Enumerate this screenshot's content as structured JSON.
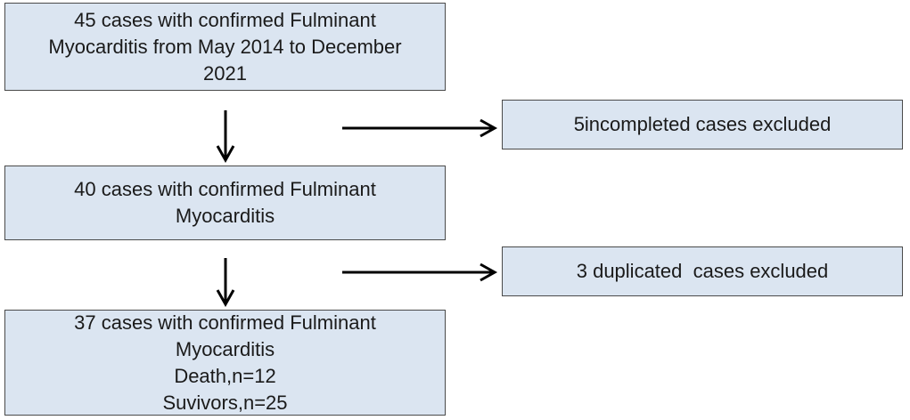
{
  "boxes": {
    "initial": {
      "line1": "45 cases with confirmed Fulminant",
      "line2": "Myocarditis from May 2014 to December",
      "line3": "2021"
    },
    "after_first_exclusion": {
      "line1": "40 cases with confirmed Fulminant",
      "line2": "Myocarditis"
    },
    "final": {
      "line1": "37 cases with confirmed Fulminant",
      "line2": "Myocarditis",
      "line3": "Death,n=12",
      "line4": "Suvivors,n=25"
    },
    "exclusion_1": {
      "label": "5incompleted cases excluded"
    },
    "exclusion_2": {
      "label": "3 duplicated  cases excluded"
    }
  },
  "colors": {
    "box_fill": "#dbe5f1",
    "box_border": "#4a4a4a",
    "arrow": "#000000"
  }
}
